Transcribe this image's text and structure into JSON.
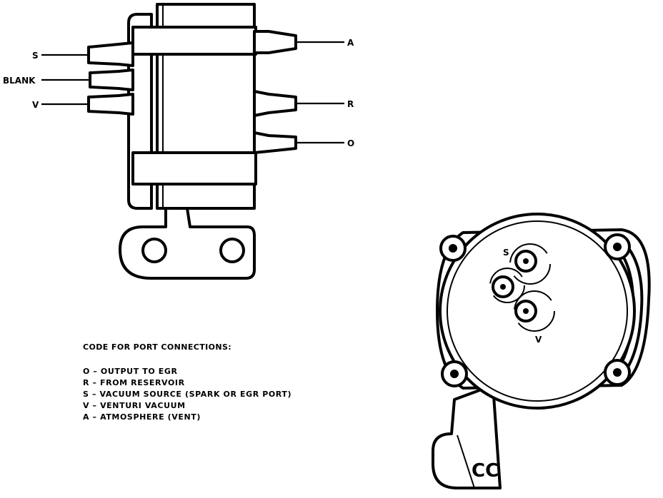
{
  "side_view": {
    "left_labels": [
      "S",
      "BLANK",
      "V"
    ],
    "right_labels": [
      "A",
      "R",
      "O"
    ]
  },
  "end_view": {
    "port_labels": [
      "S",
      "V"
    ],
    "hub_label": "CC"
  },
  "code": {
    "title": "CODE FOR PORT CONNECTIONS:",
    "lines": [
      "O – OUTPUT TO EGR",
      "R – FROM RESERVOIR",
      "S – VACUUM SOURCE (SPARK OR EGR PORT)",
      "V – VENTURI VACUUM",
      "A – ATMOSPHERE (VENT)"
    ]
  }
}
